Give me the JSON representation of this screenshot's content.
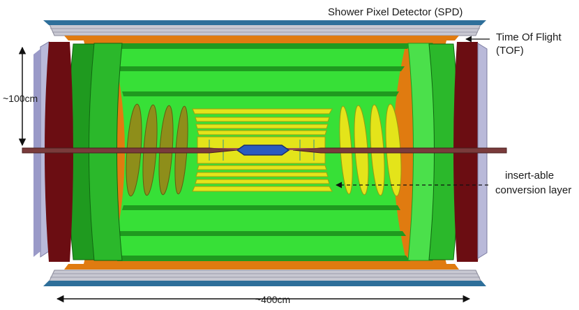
{
  "labels": {
    "spd": "Shower Pixel Detector (SPD)",
    "tof_line1": "Time Of Flight",
    "tof_line2": "(TOF)",
    "conversion_line1": "insert-able",
    "conversion_line2": "conversion layer",
    "height_dimension": "~100cm",
    "length_dimension": "~400cm"
  },
  "colors": {
    "spd_top": "#2e6f9a",
    "spd_layers": "#c8c8d2",
    "tof": "#e07b10",
    "endcap_frame": "#6b0d12",
    "endcap_side": "#b9b9d9",
    "green_dark": "#1f9a1f",
    "green_light": "#4be04b",
    "green_body": "#37e037",
    "inner_yellow": "#e4e41a",
    "olive": "#8e8e1a",
    "beam_pipe": "#7a3b3b",
    "vertex_blue": "#2a5bbf"
  }
}
